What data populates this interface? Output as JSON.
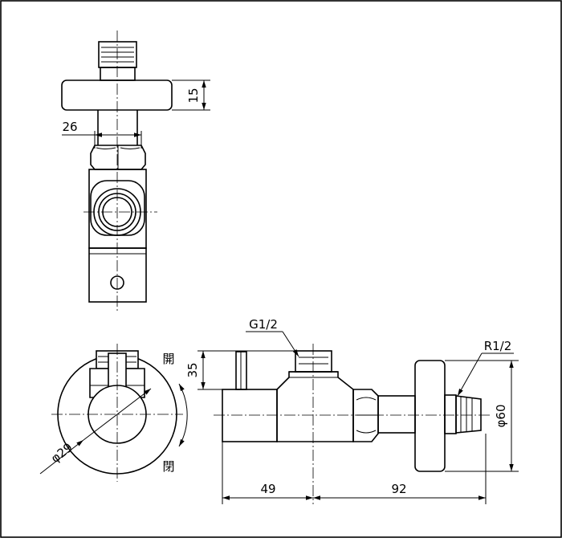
{
  "dimensions": {
    "top_flange_thickness": "15",
    "hex_width": "26",
    "handle_diameter": "φ29",
    "handle_height": "35",
    "inlet_thread": "G1/2",
    "outlet_thread": "R1/2",
    "flange_diameter": "φ60",
    "body_length": "49",
    "outlet_length": "92"
  },
  "rotation": {
    "open_label_top": "開",
    "close_label_bottom": "閉"
  }
}
